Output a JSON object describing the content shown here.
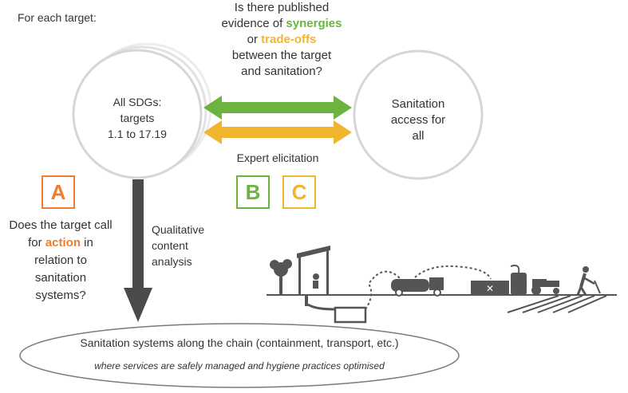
{
  "header": {
    "for_each": "For each target:"
  },
  "question_top": {
    "line1": "Is there published",
    "line2_prefix": "evidence of ",
    "synergies": "synergies",
    "or": "or ",
    "tradeoffs": "trade-offs",
    "line4": "between the target",
    "line5": "and sanitation?"
  },
  "sdg_circle": {
    "line1": "All SDGs:",
    "line2": "targets",
    "line3": "1.1 to 17.19"
  },
  "sanitation_circle": {
    "line1": "Sanitation",
    "line2": "access for",
    "line3": "all"
  },
  "expert_elicitation": "Expert elicitation",
  "boxes": {
    "a": "A",
    "b": "B",
    "c": "C"
  },
  "question_a": {
    "line1": "Does the target call",
    "line2_prefix": "for ",
    "action": "action",
    "line2_suffix": " in",
    "line3": "relation to",
    "line4": "sanitation",
    "line5": "systems?"
  },
  "qualitative": {
    "line1": "Qualitative",
    "line2": "content",
    "line3": "analysis"
  },
  "chain": {
    "title": "Sanitation systems along the chain (containment, transport, etc.)",
    "subtitle": "where services are safely managed and hygiene practices optimised"
  },
  "colors": {
    "green": "#6cb33f",
    "yellow": "#f2b52e",
    "orange": "#ef7d2e",
    "dark": "#4a4a4a",
    "circle_border": "#d6d6d6"
  }
}
